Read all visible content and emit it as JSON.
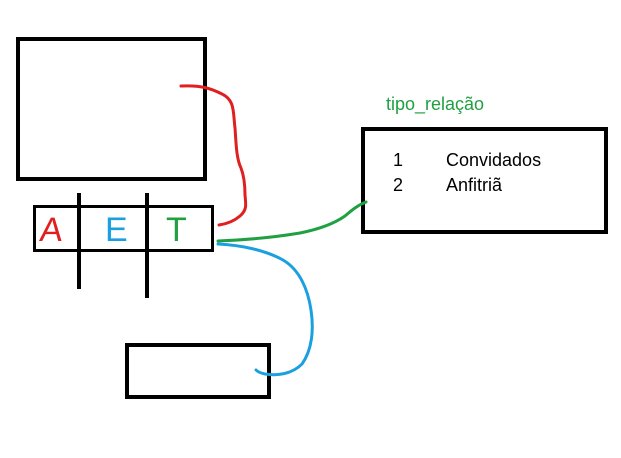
{
  "diagram": {
    "lookup_title": "tipo_relação",
    "key_letters": [
      {
        "text": "A",
        "color": "#e02020"
      },
      {
        "text": "E",
        "color": "#1aa0e0"
      },
      {
        "text": "T",
        "color": "#20a040"
      }
    ],
    "lookup_rows": [
      {
        "id": "1",
        "label": "Convidados"
      },
      {
        "id": "2",
        "label": "Anfitriã"
      }
    ],
    "colors": {
      "red_link": "#e02020",
      "blue_link": "#1aa0e0",
      "green_link": "#20a040",
      "title": "#20a040"
    }
  }
}
